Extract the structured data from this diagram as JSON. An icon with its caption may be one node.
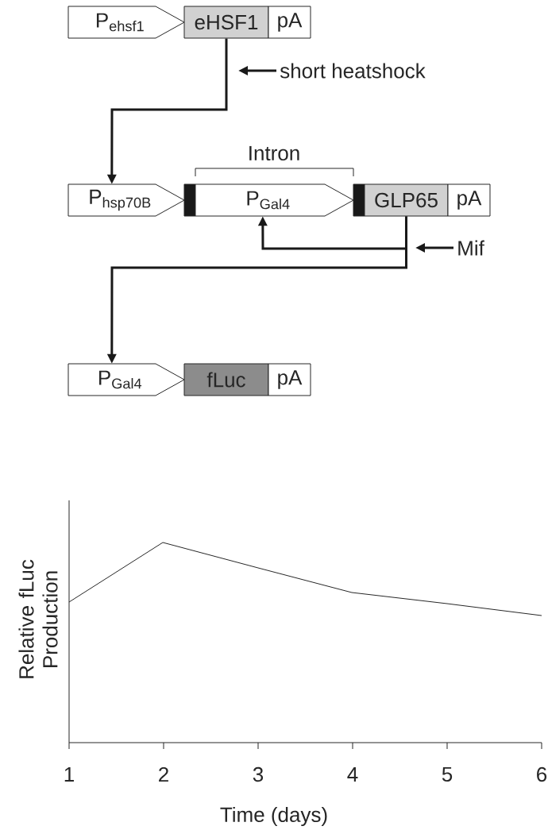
{
  "diagram": {
    "nodes": [
      {
        "text": [
          "P$_{ehsf1}$"
        ]
      },
      {
        "text": [
          "eHSF1"
        ]
      },
      {
        "text": [
          "pA"
        ]
      },
      {
        "text": [
          "P$_{hsp70B}$"
        ]
      },
      {
        "text": [],
        "shape": "bar"
      },
      {
        "text": [
          "P$_{Gal4}$"
        ]
      },
      {
        "text": [],
        "shape": "bar"
      },
      {
        "text": [
          "GLP65"
        ]
      },
      {
        "text": [
          "pA"
        ]
      },
      {
        "text": [
          "P$_{Gal4}$"
        ]
      },
      {
        "text": [
          "fLuc"
        ]
      },
      {
        "text": [
          "pA"
        ]
      },
      {
        "text": [
          "short heatshock"
        ]
      },
      {
        "text": [
          "Mif"
        ]
      }
    ],
    "edges": [
      {
        "from": 1,
        "to": 3,
        "arrow": "to"
      },
      {
        "from": 7,
        "to": 5,
        "arrow": "to"
      },
      {
        "from": 7,
        "to": 9,
        "arrow": "to"
      },
      {
        "from": 12,
        "to": null,
        "arrow": "to"
      },
      {
        "from": 13,
        "to": null,
        "arrow": "to"
      }
    ],
    "labels": [
      "Intron",
      "1",
      "2",
      "3",
      "4",
      "5",
      "6",
      "Time (days)",
      "Relative fLuc Production"
    ]
  }
}
